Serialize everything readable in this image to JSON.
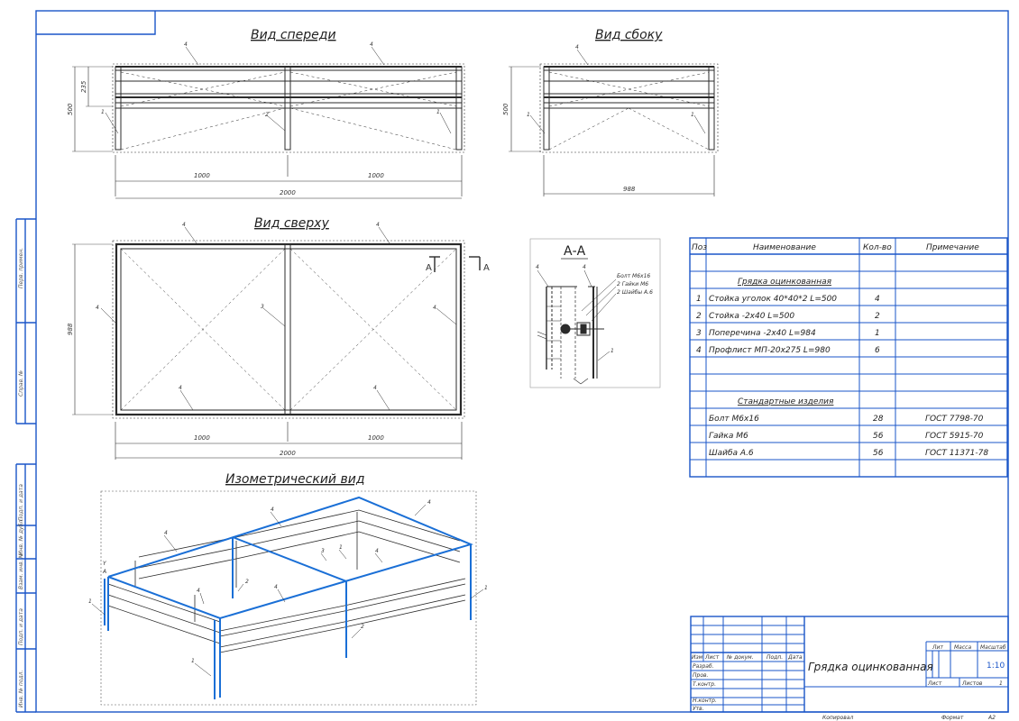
{
  "views": {
    "front": {
      "title": "Вид спереди",
      "dim_1000_a": "1000",
      "dim_1000_b": "1000",
      "dim_2000": "2000",
      "dim_500": "500",
      "dim_235": "235"
    },
    "side": {
      "title": "Вид сбоку",
      "dim_500": "500",
      "dim_988": "988"
    },
    "top": {
      "title": "Вид сверху",
      "dim_1000_a": "1000",
      "dim_1000_b": "1000",
      "dim_2000": "2000",
      "dim_988": "988",
      "section_mark": "A"
    },
    "section": {
      "title": "А-А",
      "note1": "Болт М6х16",
      "note2": "2 Гайки М6",
      "note3": "2 Шайбы А.6"
    },
    "iso": {
      "title": "Изометрический вид",
      "axis_y": "Y",
      "axis_a": "A"
    }
  },
  "callouts": {
    "p1": "1",
    "p2": "2",
    "p3": "3",
    "p4": "4"
  },
  "side_stamp": [
    "Перв. примен.",
    "Справ. №",
    "Подп. и дата",
    "Инв. № дубл.",
    "Взам. инв. №",
    "Подп. и дата",
    "Инв. № подл."
  ],
  "bom": {
    "headers": {
      "pos": "Поз",
      "name": "Наименование",
      "qty": "Кол-во",
      "note": "Примечание"
    },
    "group1": "Грядка оцинкованная",
    "rows": [
      {
        "pos": "1",
        "name": "Стойка уголок 40*40*2 L=500",
        "qty": "4",
        "note": ""
      },
      {
        "pos": "2",
        "name": "Стойка -2х40 L=500",
        "qty": "2",
        "note": ""
      },
      {
        "pos": "3",
        "name": "Поперечина -2х40 L=984",
        "qty": "1",
        "note": ""
      },
      {
        "pos": "4",
        "name": "Профлист МП-20х275 L=980",
        "qty": "6",
        "note": ""
      }
    ],
    "group2": "Стандартные изделия",
    "std": [
      {
        "name": "Болт М6х16",
        "qty": "28",
        "note": "ГОСТ 7798-70"
      },
      {
        "name": "Гайка М6",
        "qty": "56",
        "note": "ГОСТ 5915-70"
      },
      {
        "name": "Шайба А.6",
        "qty": "56",
        "note": "ГОСТ 11371-78"
      }
    ]
  },
  "title_block": {
    "designation": "Грядка оцинкованная",
    "lit": "Лит",
    "mass": "Масса",
    "scale_label": "Масштаб",
    "scale": "1:10",
    "sheet": "Лист",
    "sheets": "Листов",
    "sheets_count": "1",
    "col_izm": "Изм",
    "col_list": "Лист",
    "col_doc": "№ докум.",
    "col_sign": "Подп.",
    "col_date": "Дата",
    "r_razrab": "Разраб.",
    "r_prov": "Пров.",
    "r_tkontr": "Т.контр.",
    "r_nkontr": "Н.контр.",
    "r_utv": "Утв.",
    "copied": "Копировал",
    "format_label": "Формат",
    "format": "А2"
  },
  "colors": {
    "line": "#2b2b2b",
    "frame": "#1a55c8",
    "iso": "#1a6fd6"
  }
}
